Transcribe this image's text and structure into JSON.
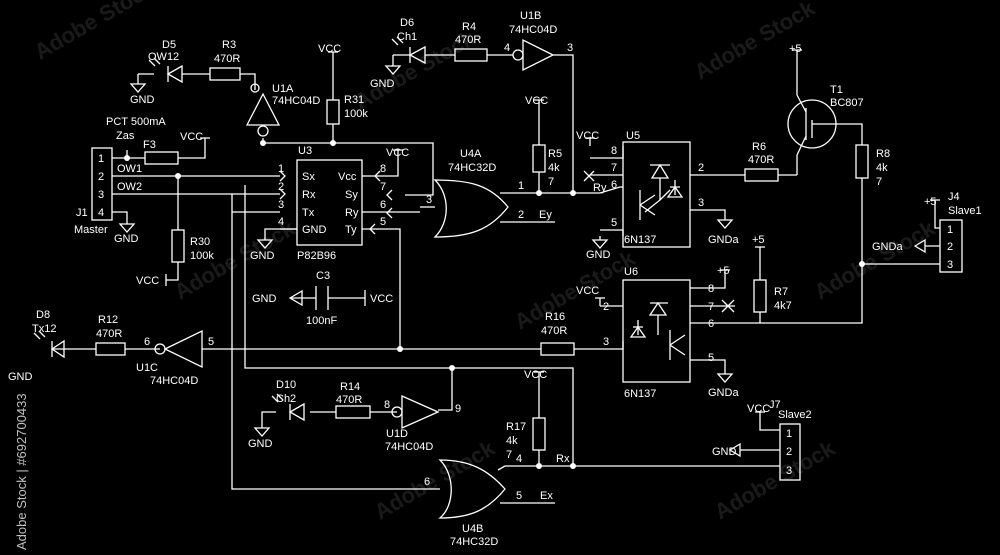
{
  "diagram_title": "",
  "watermark": {
    "text": "Adobe Stock",
    "side_text": "Adobe Stock | #692700433"
  },
  "labels": {
    "d5_ref": "D5",
    "d5_val": "OW12",
    "r3_ref": "R3",
    "r3_val": "470R",
    "u1a_ref": "U1A",
    "u1a_val": "74HC04D",
    "vcc_r31": "VCC",
    "r31_ref": "R31",
    "r31_val": "100k",
    "d6_ref": "D6",
    "d6_val": "Ch1",
    "r4_ref": "R4",
    "r4_val": "470R",
    "u1b_ref": "U1B",
    "u1b_val": "74HC04D",
    "u1b_pin4": "4",
    "u1b_pin3": "3",
    "pct": "PCT 500mA",
    "zas": "Zas",
    "f3": "F3",
    "vcc_f3": "VCC",
    "j1_ref": "J1",
    "j1_val": "Master",
    "ow1": "OW1",
    "ow2": "OW2",
    "j1_p1": "1",
    "j1_p2": "2",
    "j1_p3": "3",
    "j1_p4": "4",
    "r30_ref": "R30",
    "r30_val": "100k",
    "vcc_r30": "VCC",
    "u3_ref": "U3",
    "u3_val": "P82B96",
    "u3_sx": "Sx",
    "u3_rx": "Rx",
    "u3_tx": "Tx",
    "u3_gnd": "GND",
    "u3_vcc": "Vcc",
    "u3_sy": "Sy",
    "u3_ry": "Ry",
    "u3_ty": "Ty",
    "u3_p1": "1",
    "u3_p2": "2",
    "u3_p3": "3",
    "u3_p4": "4",
    "u3_p5": "5",
    "u3_p6": "6",
    "u3_p7": "7",
    "u3_p8": "8",
    "vcc_u3": "VCC",
    "c3_ref": "C3",
    "c3_val": "100nF",
    "c3_vcc": "VCC",
    "u4a_ref": "U4A",
    "u4a_val": "74HC32D",
    "u4a_p1": "1",
    "u4a_p2": "2",
    "u4a_p3": "3",
    "ey": "Ey",
    "vcc_r5": "VCC",
    "r5_ref": "R5",
    "r5_val": "4k",
    "r5_pin": "7",
    "vcc_u5": "VCC",
    "u5_ref": "U5",
    "u5_val": "6N137",
    "ry": "Ry",
    "u5_p8": "8",
    "u5_p7": "7",
    "u5_p6": "6",
    "u5_p5": "5",
    "u5_p2": "2",
    "u5_p3": "3",
    "gnda_u5": "GNDa",
    "r6_ref": "R6",
    "r6_val": "470R",
    "plus5_t1": "+5",
    "t1_ref": "T1",
    "t1_val": "BC807",
    "r8_ref": "R8",
    "r8_val": "4k",
    "r8_pin": "7",
    "j4_ref": "J4",
    "j4_val": "Slave1",
    "j4_p1": "1",
    "j4_p2": "2",
    "j4_p3": "3",
    "plus5_j4": "+5",
    "gnda_j4": "GNDa",
    "u6_ref": "U6",
    "u6_val": "6N137",
    "u6_p8": "8",
    "u6_p7": "7",
    "u6_p6": "6",
    "u6_p5": "5",
    "u6_p2": "2",
    "u6_p3": "3",
    "vcc_u6": "VCC",
    "plus5_u6": "+5",
    "gnda_u6": "GNDa",
    "plus5_r7": "+5",
    "r7_ref": "R7",
    "r7_val": "4k7",
    "d8_ref": "D8",
    "d8_val": "Tx12",
    "r12_ref": "R12",
    "r12_val": "470R",
    "u1c_ref": "U1C",
    "u1c_val": "74HC04D",
    "u1c_p6": "6",
    "u1c_p5": "5",
    "r16_ref": "R16",
    "r16_val": "470R",
    "d10_ref": "D10",
    "d10_val": "Ch2",
    "r14_ref": "R14",
    "r14_val": "470R",
    "u1d_ref": "U1D",
    "u1d_val": "74HC04D",
    "u1d_p8": "8",
    "u1d_p9": "9",
    "vcc_r17": "VCC",
    "r17_ref": "R17",
    "r17_val": "4k",
    "r17_pin": "7",
    "rx": "Rx",
    "vcc_j7": "VCC",
    "j7_ref": "J7",
    "j7_val": "Slave2",
    "j7_p1": "1",
    "j7_p2": "2",
    "j7_p3": "3",
    "u4b_ref": "U4B",
    "u4b_val": "74HC32D",
    "u4b_p6": "6",
    "u4b_p4": "4",
    "u4b_p5": "5",
    "ex": "Ex",
    "gnd": "GND"
  }
}
